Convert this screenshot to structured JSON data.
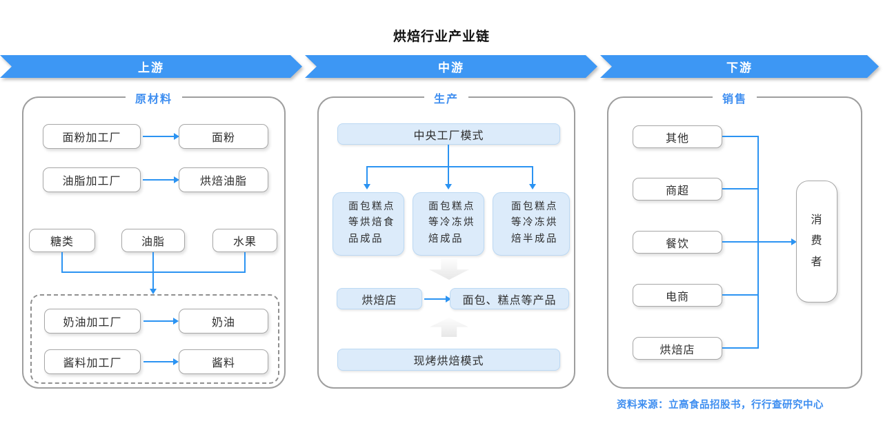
{
  "page": {
    "title": "烘焙行业产业链",
    "source": "资料来源：立高食品招股书，行行查研究中心"
  },
  "banners": [
    {
      "label": "上游"
    },
    {
      "label": "中游"
    },
    {
      "label": "下游"
    }
  ],
  "colors": {
    "banner_blue": "#3D97F4",
    "connector_blue": "#2B93F2",
    "light_box_fill": "#DCEBFA",
    "section_title_blue": "#3E8EF0"
  },
  "upstream": {
    "title": "原材料",
    "rows": [
      {
        "from": "面粉加工厂",
        "to": "面粉"
      },
      {
        "from": "油脂加工厂",
        "to": "烘焙油脂"
      }
    ],
    "ingredients": [
      "糖类",
      "油脂",
      "水果"
    ],
    "dashed_rows": [
      {
        "from": "奶油加工厂",
        "to": "奶油"
      },
      {
        "from": "酱料加工厂",
        "to": "酱料"
      }
    ]
  },
  "midstream": {
    "title": "生产",
    "central_model": "中央工厂模式",
    "products": [
      "面包糕点\n等烘焙食\n品成品",
      "面包糕点\n等冷冻烘\n焙成品",
      "面包糕点\n等冷冻烘\n焙半成品"
    ],
    "bakery_shop": "烘焙店",
    "bakery_products": "面包、糕点等产品",
    "fresh_model": "现烤烘焙模式"
  },
  "downstream": {
    "title": "销售",
    "channels": [
      "其他",
      "商超",
      "餐饮",
      "电商",
      "烘焙店"
    ],
    "consumer": "消\n费\n者"
  }
}
